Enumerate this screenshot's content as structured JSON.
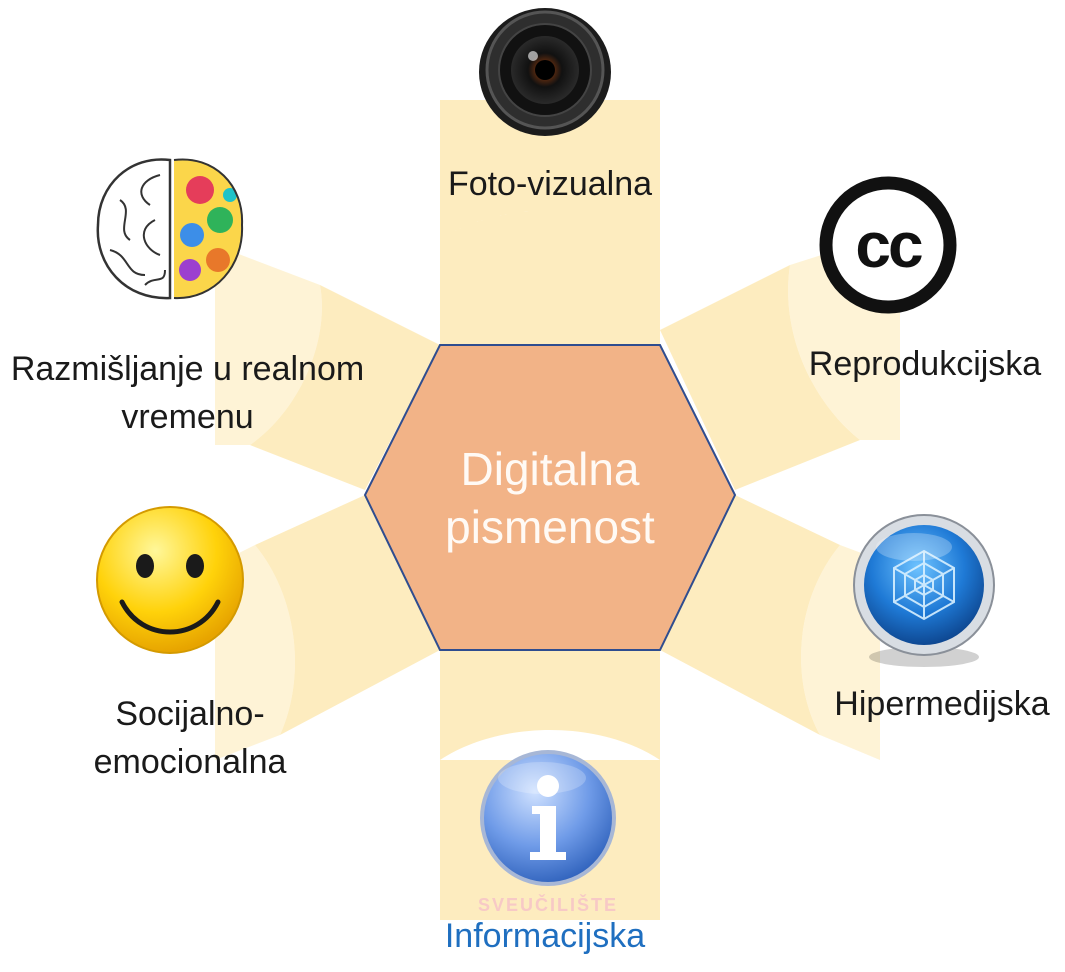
{
  "center": {
    "line1": "Digitalna",
    "line2": "pismenost",
    "fill": "#f2b387",
    "stroke": "#2f4d8f",
    "text_color": "#fffaf5"
  },
  "petal_color": "#fde9b4",
  "items": {
    "photo_visual": {
      "label": "Foto-vizualna",
      "icon": "camera-lens-icon"
    },
    "reproduction": {
      "label": "Reprodukcijska",
      "icon": "creative-commons-icon"
    },
    "hypermedia": {
      "label": "Hipermedijska",
      "icon": "web-globe-icon"
    },
    "information": {
      "label": "Informacijska",
      "icon": "info-icon",
      "color": "#1f6fc0"
    },
    "socio_emotional": {
      "line1": "Socijalno-",
      "line2": "emocionalna",
      "icon": "smiley-face-icon"
    },
    "realtime_thinking": {
      "line1": "Razmišljanje u realnom",
      "line2": "vremenu",
      "icon": "brain-icon"
    }
  },
  "watermark": "SVEUČILIŠTE"
}
